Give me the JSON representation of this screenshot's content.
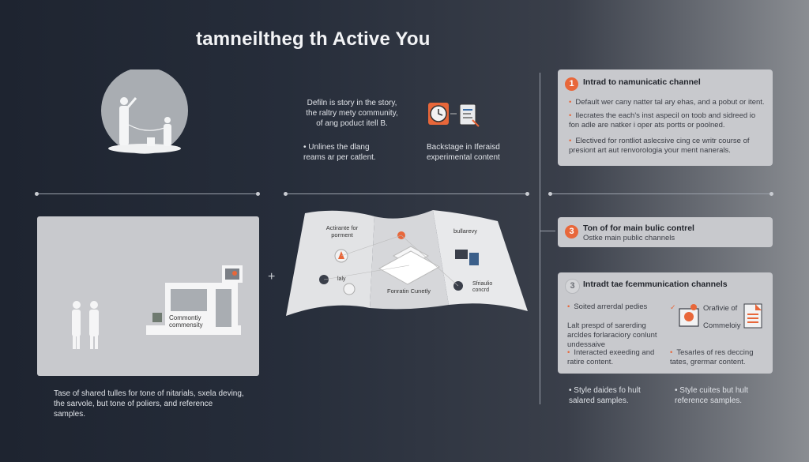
{
  "title": "tamneiltheg th Active You",
  "top_middle": {
    "paragraph": "Defiln is story in the story, the raltry mety community, of ang poduct itell B.",
    "bullet": "Unlines the dlang reams ar per catlent."
  },
  "backstage": {
    "label": "Backstage in Iferaisd experimental content"
  },
  "bottom_left": {
    "caption": "Tase of shared tulles for tone of nitarials, sxela deving, the sarvole, but tone of poliers, and reference samples."
  },
  "panel_left": {
    "screen_label": "Commontiy commensity"
  },
  "folded_map": {
    "panel1_title": "Actirante for porment",
    "panel1_small": "laly",
    "center_label": "Fonratin Cunetly",
    "panel3_title": "bullarevy",
    "panel3_sub": "Sfriaulio concrd"
  },
  "cards": [
    {
      "number": "1",
      "title": "Intrad to namunicatic channel",
      "lines": [
        "Default wer cany natter tal ary ehas, and a pobut or itent.",
        "Ilecrates the each's inst aspecil on toob and sidreed io fon adle are natker i oper ats portts or poolned.",
        "Electived for rontliot aslecsive cing ce writr course of presiont art aut renvorologia your ment nanerals."
      ]
    },
    {
      "number": "3",
      "title": "Ton of for main bulic contrel",
      "subtitle": "Ostke main public channels"
    },
    {
      "number": "3",
      "title": "Intradt tae fcemmunication channels",
      "left_lines": [
        "Soited arrerdal pedies",
        "Lalt prespd of sarerding arcldes forlaraciory conlunt undessaive",
        "Interacted exeeding and ratire content."
      ],
      "right_items": [
        "Orafivie of",
        "Commeloiy"
      ],
      "right_line": "Tesarles of res deccing tates, grermar content."
    }
  ],
  "bottom_right": {
    "left": "Style daides fo hult salared samples.",
    "right": "Style cuites but hult reference samples."
  },
  "colors": {
    "accent": "#e8673a",
    "card_bg": "#c8c9cd",
    "background": "#1e2430"
  }
}
